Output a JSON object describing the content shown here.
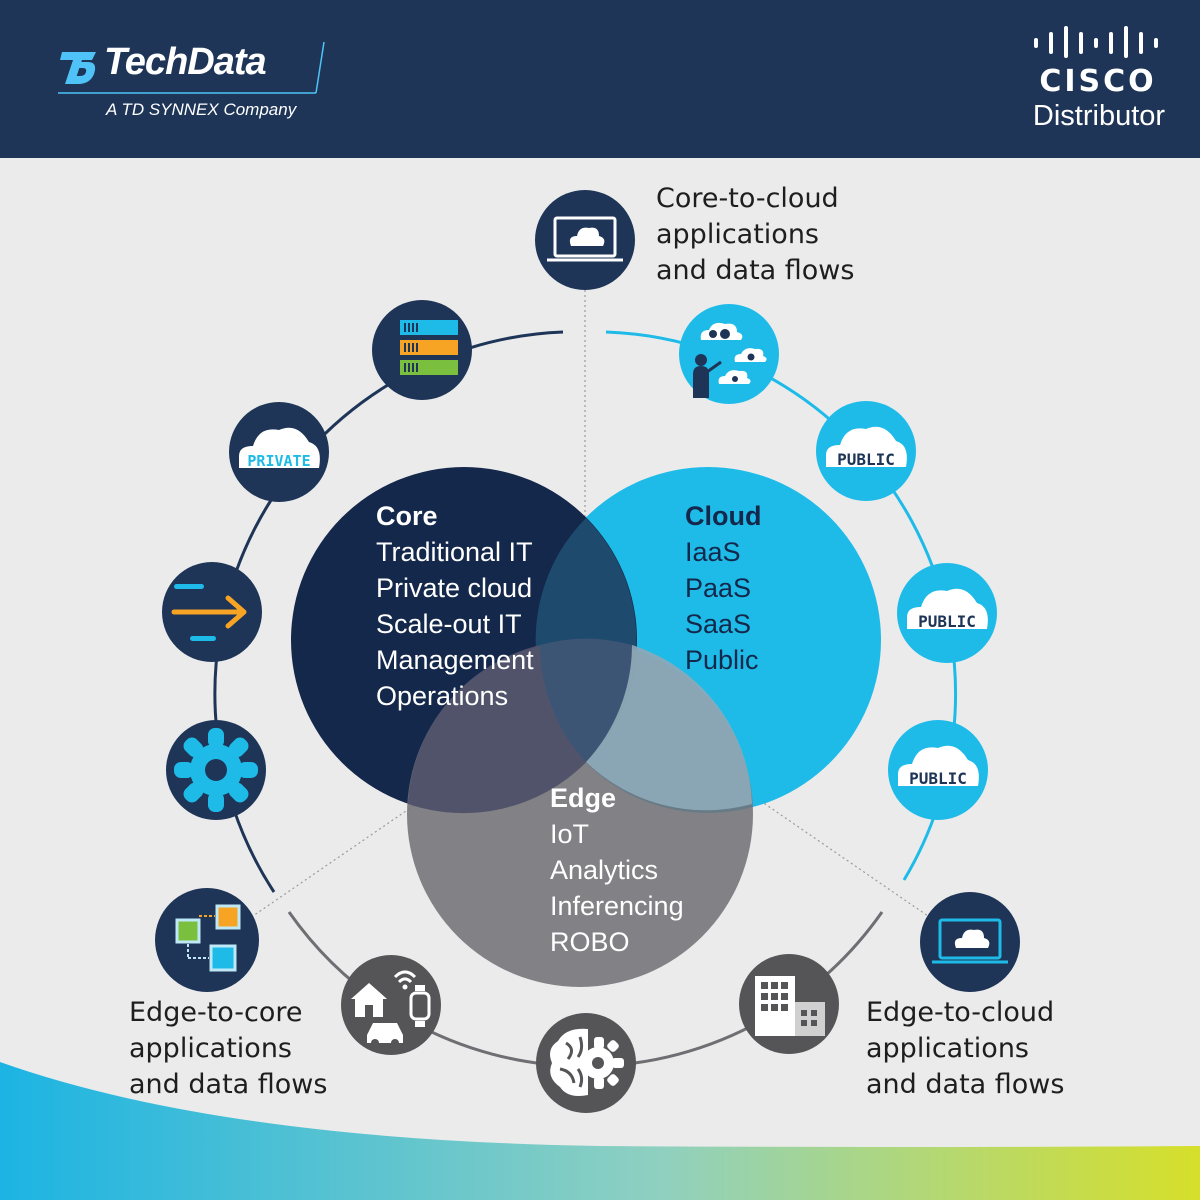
{
  "header": {
    "brand_name": "TechData",
    "brand_tagline": "A TD SYNNEX Company",
    "partner_word": "CISCO",
    "partner_role": "Distributor"
  },
  "colors": {
    "header_bg": "#1e3557",
    "core": "#14284b",
    "cloud": "#1ebbe9",
    "edge": "#6e6e73",
    "icon_dark": "#1e3557",
    "icon_gray": "#555558"
  },
  "venn": {
    "core": {
      "title": "Core",
      "items": [
        "Traditional IT",
        "Private cloud",
        "Scale-out IT",
        "Management",
        "Operations"
      ]
    },
    "cloud": {
      "title": "Cloud",
      "items": [
        "IaaS",
        "PaaS",
        "SaaS",
        "Public"
      ]
    },
    "edge": {
      "title": "Edge",
      "items": [
        "IoT",
        "Analytics",
        "Inferencing",
        "ROBO"
      ]
    }
  },
  "flows": {
    "core_to_cloud": [
      "Core-to-cloud",
      "applications",
      "and data flows"
    ],
    "edge_to_core": [
      "Edge-to-core",
      "applications",
      "and data flows"
    ],
    "edge_to_cloud": [
      "Edge-to-cloud",
      "applications",
      "and data flows"
    ]
  },
  "cloud_badges": {
    "private": "PRIVATE",
    "public_1": "PUBLIC",
    "public_2": "PUBLIC",
    "public_3": "PUBLIC"
  },
  "icons": {
    "top": "laptop-cloud-icon",
    "core_ring": [
      "server-rack-icon",
      "private-cloud-icon",
      "transfer-arrow-icon",
      "gear-icon",
      "edge-network-icon"
    ],
    "cloud_ring": [
      "cloud-presenter-icon",
      "public-cloud-icon",
      "public-cloud-icon",
      "public-cloud-icon"
    ],
    "edge_ring": [
      "smart-home-icon",
      "ai-brain-icon",
      "office-building-icon",
      "laptop-cloud-icon"
    ]
  }
}
